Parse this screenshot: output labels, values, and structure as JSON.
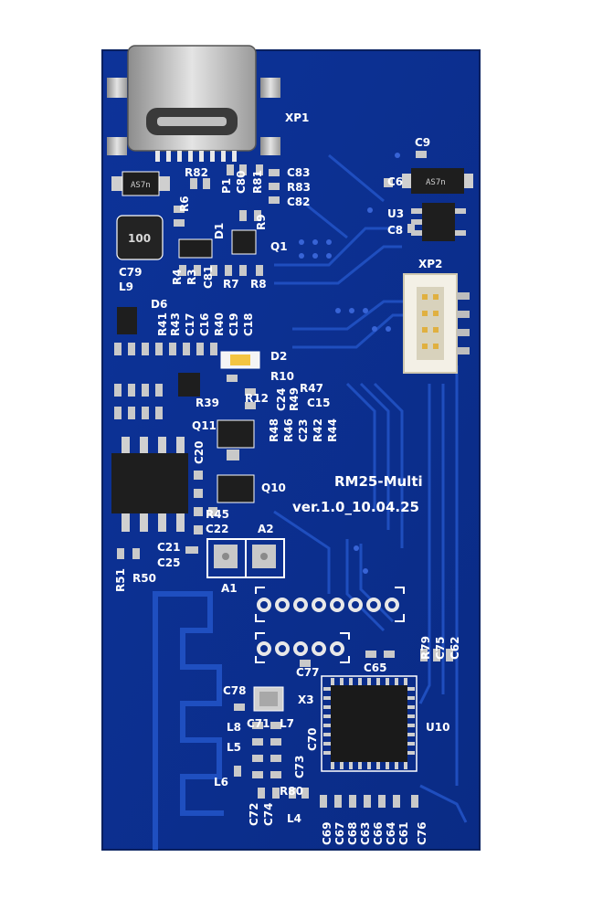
{
  "board": {
    "colors": {
      "pcb": "#0b2e8f",
      "pcb_light": "#1a46b5",
      "trace": "#2454c9",
      "silk": "#ffffff",
      "pad": "#c8c8c8",
      "chip": "#1c1c1c",
      "led": "#f4c542"
    },
    "name": "RM25-Multi",
    "version": "ver.1.0_10.04.25",
    "labels": {
      "xp1": "XP1",
      "xp2": "XP2",
      "r82": "R82",
      "p1": "P1",
      "c80": "C80",
      "r81": "R81",
      "c83": "C83",
      "r83": "R83",
      "c82": "C82",
      "r6": "R6",
      "r9": "R9",
      "d1": "D1",
      "q1": "Q1",
      "c79": "C79",
      "l9": "L9",
      "r4": "R4",
      "r3": "R3",
      "c81": "C81",
      "r7": "R7",
      "r8": "R8",
      "d6": "D6",
      "r41": "R41",
      "r43": "R43",
      "c17": "C17",
      "c16": "C16",
      "r40": "R40",
      "c19": "C19",
      "c18": "C18",
      "d2": "D2",
      "r10": "R10",
      "r47": "R47",
      "r39": "R39",
      "r12": "R12",
      "c24": "C24",
      "r49": "R49",
      "c15": "C15",
      "q11": "Q11",
      "r48": "R48",
      "r46": "R46",
      "c23": "C23",
      "r42": "R42",
      "r44": "R44",
      "c20": "C20",
      "q10": "Q10",
      "r45": "R45",
      "c22": "C22",
      "a2": "A2",
      "a1": "A1",
      "c21": "C21",
      "c25": "C25",
      "r51": "R51",
      "r50": "R50",
      "c9": "C9",
      "c6": "C6",
      "u3": "U3",
      "c8": "C8",
      "r79": "R79",
      "c75": "C75",
      "c62": "C62",
      "c65": "C65",
      "c77": "C77",
      "c78": "C78",
      "x3": "X3",
      "l8": "L8",
      "c71": "C71",
      "l7": "L7",
      "c70": "C70",
      "c73": "C73",
      "l5": "L5",
      "l6": "L6",
      "u10": "U10",
      "r80": "R80",
      "c72": "C72",
      "c74": "C74",
      "l4": "L4",
      "c69": "C69",
      "c67": "C67",
      "c68": "C68",
      "c63": "C63",
      "c66": "C66",
      "c64": "C64",
      "c61": "C61",
      "c76": "C76"
    },
    "markings": {
      "inductor_100": "100",
      "diode_upper": "AS7n",
      "diode_lower": "AS7n"
    }
  }
}
